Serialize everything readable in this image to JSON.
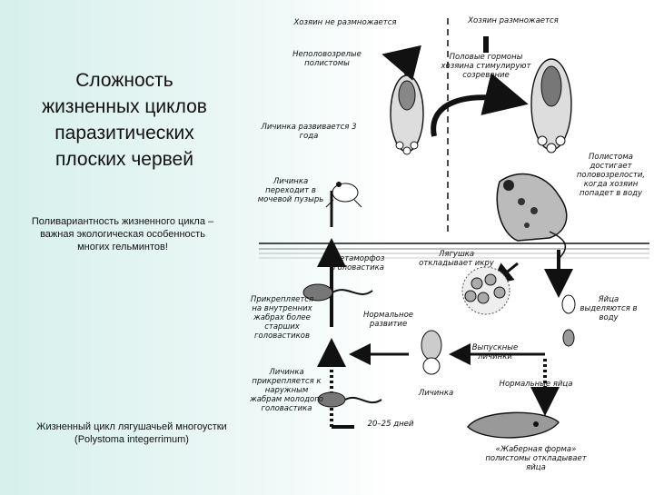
{
  "slide": {
    "title": "Сложность жизненных циклов паразитических плоских червей",
    "subtitle": "Поливариантность жизненного цикла – важная экологическая особенность многих гельминтов!",
    "caption": "Жизненный цикл лягушачьей многоустки (Polystoma integerrimum)"
  },
  "diagram": {
    "labels": {
      "host_not_reproducing": "Хозяин не размножается",
      "host_reproducing": "Хозяин размножается",
      "immature_polystomes": "Неполовозрелые полистомы",
      "host_hormones": "Половые гормоны хозяина стимулируют созревание",
      "larva_in_bladder": "Личинка развивается 3 года",
      "polystome_matures": "Полистома достигает половозрелости, когда хозяин попадет в воду",
      "larva_to_mouth": "Личинка переходит в мочевой пузырь",
      "frog_lays_eggs": "Лягушка откладывает икру",
      "metamorphosis": "Метаморфоз головастика",
      "attaches_internal_gills": "Прикрепляется на внутренних жабрах более старших головастиков",
      "normal_development": "Нормальное развитие",
      "eggs_into_water": "Яйца выделяются в воду",
      "larva_hatches": "Выпускные личинки",
      "larva": "Личинка",
      "normal_eggs": "Нормальные яйца",
      "attaches_external_gills": "Личинка прикрепляется к наружным жабрам молодого головастика",
      "days": "20–25 дней",
      "gill_form": "«Жаберная форма» полистомы откладывает яйца"
    }
  }
}
